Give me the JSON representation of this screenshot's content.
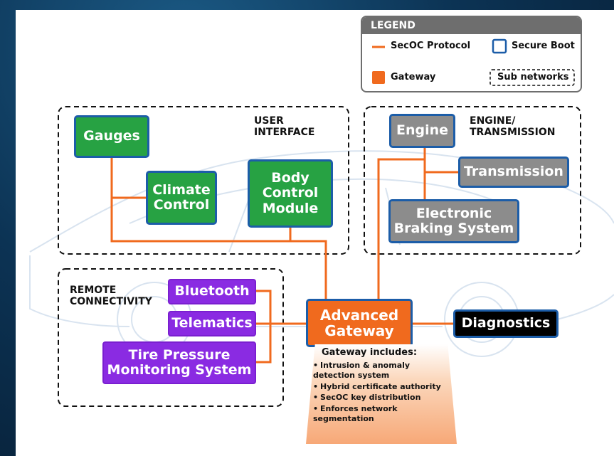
{
  "legend": {
    "title": "LEGEND",
    "secoc": "SecOC Protocol",
    "secure_boot": "Secure Boot",
    "gateway": "Gateway",
    "sub_networks": "Sub networks"
  },
  "groups": {
    "user_interface": "USER\nINTERFACE",
    "engine": "ENGINE/\nTRANSMISSION",
    "remote": "REMOTE\nCONNECTIVITY"
  },
  "nodes": {
    "gauges": "Gauges",
    "climate": "Climate\nControl",
    "bcm": "Body\nControl\nModule",
    "engine": "Engine",
    "transmission": "Transmission",
    "ebs": "Electronic\nBraking System",
    "bluetooth": "Bluetooth",
    "telematics": "Telematics",
    "tpms": "Tire Pressure\nMonitoring System",
    "gateway": "Advanced\nGateway",
    "diagnostics": "Diagnostics"
  },
  "gateway_info": {
    "title": "Gateway includes:",
    "items": [
      "Intrusion & anomaly detection system",
      "Hybrid certificate authority",
      "SecOC key distribution",
      "Enforces network segmentation"
    ]
  },
  "colors": {
    "secoc_line": "#f06a1e",
    "secure_boot_border": "#1c5da8",
    "gateway": "#f06a1e",
    "user_interface_ecu": "#27a243",
    "powertrain_ecu": "#8c8c8c",
    "connectivity_ecu": "#8a2be2",
    "diagnostics": "#000000"
  }
}
